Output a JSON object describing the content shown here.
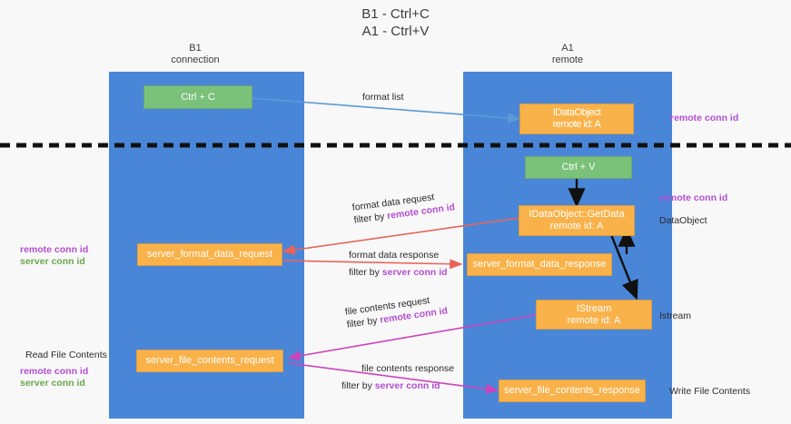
{
  "title": "B1 - Ctrl+C\nA1 - Ctrl+V",
  "lanes": [
    {
      "id": "b1",
      "title": "B1\nconnection",
      "color": "#4a86d8"
    },
    {
      "id": "a1",
      "title": "A1\nremote",
      "color": "#4a86d8"
    }
  ],
  "colors": {
    "lane": "#4a86d8",
    "green_node": "#7ac17a",
    "orange_node": "#f9b24a",
    "magenta": "#b24fd0",
    "green_text": "#6aa84f",
    "blue_arrow": "#5b9bd5",
    "red_arrow": "#e8645a",
    "magenta_arrow": "#cc44bb",
    "black": "#2b2b2b",
    "background": "#f8f8f8"
  },
  "nodes": {
    "ctrl_c": "Ctrl + C",
    "ctrl_v": "Ctrl + V",
    "idataobject_remote": "IDataObject\nremote id: A",
    "getdata": "IDataObject::GetData\nremote id: A",
    "server_format_data_request": "server_format_data_request",
    "server_format_data_response": "server_format_data_response",
    "istream": "IStream\nremote id: A",
    "server_file_contents_request": "server_file_contents_request",
    "server_file_contents_response": "server_file_contents_response"
  },
  "edge_labels": {
    "format_list": "format list",
    "format_data_request": "format data request",
    "format_data_request_filter_prefix": "filter by ",
    "format_data_request_filter_value": "remote conn id",
    "format_data_response": "format data response",
    "format_data_response_filter_prefix": "filter by ",
    "format_data_response_filter_value": "server conn id",
    "file_contents_request": "file contents request",
    "file_contents_request_filter_prefix": "filter by ",
    "file_contents_request_filter_value": "remote conn id",
    "file_contents_response": "file contents response",
    "file_contents_response_filter_prefix": "filter by ",
    "file_contents_response_filter_value": "server conn id"
  },
  "side_labels": {
    "right_remote_conn_id_top": "remote conn id",
    "right_remote_conn_id_mid": "remote conn id",
    "right_dataobject": "DataObject",
    "right_istream": "Istream",
    "right_write_file_contents": "Write File Contents",
    "left_remote_conn_id": "remote conn id",
    "left_server_conn_id": "server conn id",
    "left_read_file_contents": "Read File Contents",
    "left_remote_conn_id_2": "remote conn id",
    "left_server_conn_id_2": "server conn id"
  }
}
